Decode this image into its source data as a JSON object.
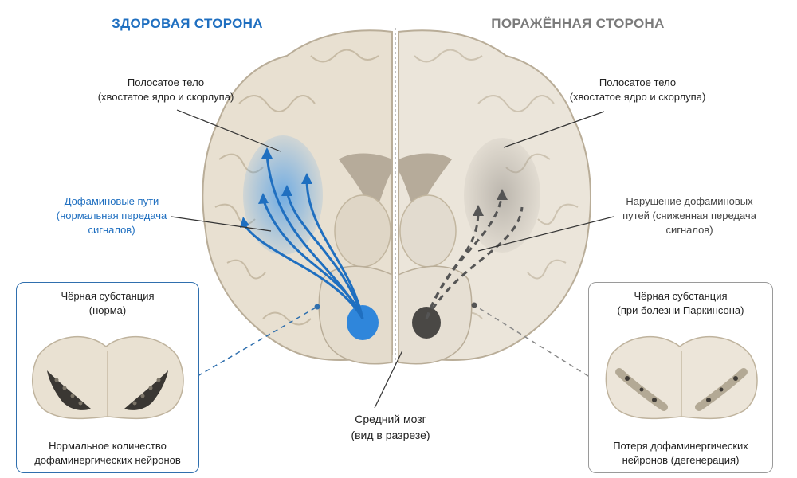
{
  "headings": {
    "healthy": "ЗДОРОВАЯ СТОРОНА",
    "affected": "ПОРАЖЁННАЯ СТОРОНА"
  },
  "labels": {
    "striatum_left": [
      "Полосатое тело",
      "(хвостатое ядро и скорлупа)"
    ],
    "striatum_right": [
      "Полосатое тело",
      "(хвостатое ядро и скорлупа)"
    ],
    "dopamine_paths": [
      "Дофаминовые пути",
      "(нормальная передача",
      "сигналов)"
    ],
    "impaired_paths": [
      "Нарушение дофаминовых",
      "путей (сниженная передача",
      "сигналов)"
    ],
    "midbrain": [
      "Средний мозг",
      "(вид в разрезе)"
    ]
  },
  "panels": {
    "normal": {
      "title": [
        "Чёрная субстанция",
        "(норма)"
      ],
      "footer": [
        "Нормальное количество",
        "дофаминергических нейронов"
      ]
    },
    "parkinson": {
      "title": [
        "Чёрная субстанция",
        "(при болезни Паркинсона)"
      ],
      "footer": [
        "Потеря дофаминергических",
        "нейронов (дегенерация)"
      ]
    }
  },
  "colors": {
    "healthy_accent": "#1f6fc0",
    "affected_accent": "#7a7a7a",
    "brain_tissue": "#ece4d6",
    "gyri_outline": "#b9ad98"
  }
}
